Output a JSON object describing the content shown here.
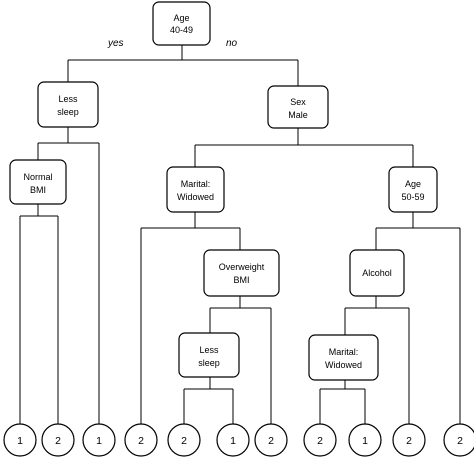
{
  "branch_labels": {
    "yes": "yes",
    "no": "no"
  },
  "nodes": {
    "root": [
      "Age",
      "40-49"
    ],
    "less_sleep_1": [
      "Less",
      "sleep"
    ],
    "sex_male": [
      "Sex",
      "Male"
    ],
    "normal_bmi": [
      "Normal",
      "BMI"
    ],
    "marital_widowed_1": [
      "Marital:",
      "Widowed"
    ],
    "age_50_59": [
      "Age",
      "50-59"
    ],
    "overweight_bmi": [
      "Overweight",
      "BMI"
    ],
    "alcohol": [
      "Alcohol"
    ],
    "less_sleep_2": [
      "Less",
      "sleep"
    ],
    "marital_widowed_2": [
      "Marital:",
      "Widowed"
    ]
  },
  "leaves": [
    "1",
    "2",
    "1",
    "2",
    "2",
    "1",
    "2",
    "2",
    "1",
    "2",
    "2"
  ]
}
